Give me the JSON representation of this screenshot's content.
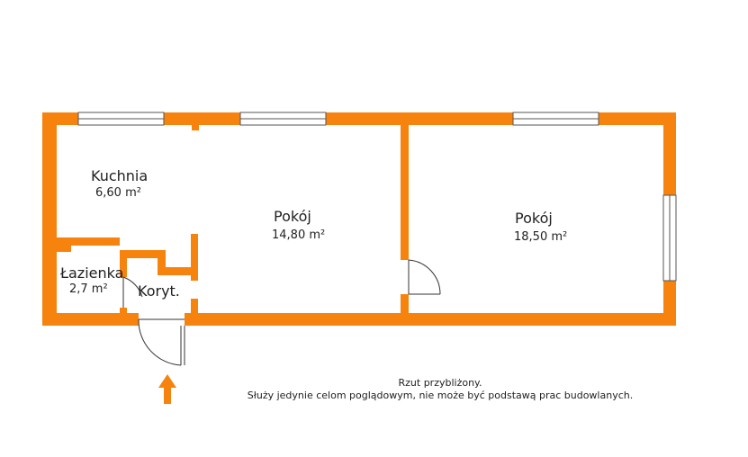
{
  "colors": {
    "wall": "#f7830f",
    "window_frame": "#555555",
    "door_line": "#333333",
    "arrow": "#f7830f",
    "text": "#222222",
    "background": "#ffffff"
  },
  "rooms": {
    "kitchen": {
      "name": "Kuchnia",
      "area": "6,60 m²"
    },
    "room_middle": {
      "name": "Pokój",
      "area": "14,80 m²"
    },
    "room_right": {
      "name": "Pokój",
      "area": "18,50 m²"
    },
    "bathroom": {
      "name": "Łazienka",
      "area": "2,7 m²"
    },
    "corridor": {
      "name": "Koryt."
    }
  },
  "entrance": {
    "icon": "arrow-up-icon"
  },
  "disclaimer": {
    "line1": "Rzut przybliżony.",
    "line2": "Służy jedynie celom poglądowym, nie może być podstawą prac budowlanych."
  }
}
